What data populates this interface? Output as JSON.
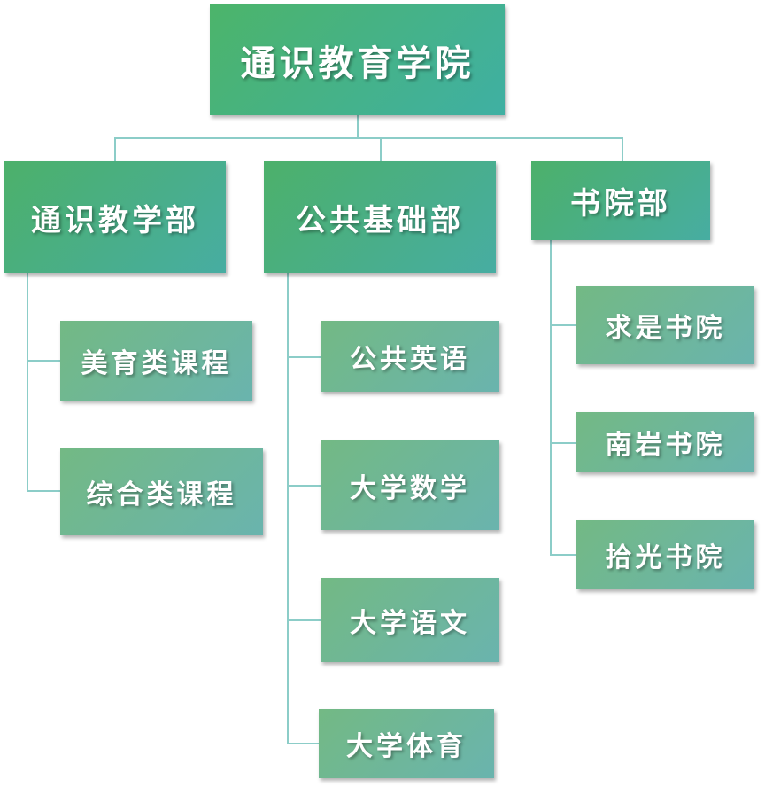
{
  "root": "通识教育学院",
  "departments": [
    {
      "name": "通识教学部",
      "children": [
        "美育类课程",
        "综合类课程"
      ]
    },
    {
      "name": "公共基础部",
      "children": [
        "公共英语",
        "大学数学",
        "大学语文",
        "大学体育"
      ]
    },
    {
      "name": "书院部",
      "children": [
        "求是书院",
        "南岩书院",
        "拾光书院"
      ]
    }
  ],
  "colors": {
    "root": "#4cb46a",
    "department": "#4cb06a",
    "child": "#73b984",
    "connector": "#8ccdc8"
  }
}
